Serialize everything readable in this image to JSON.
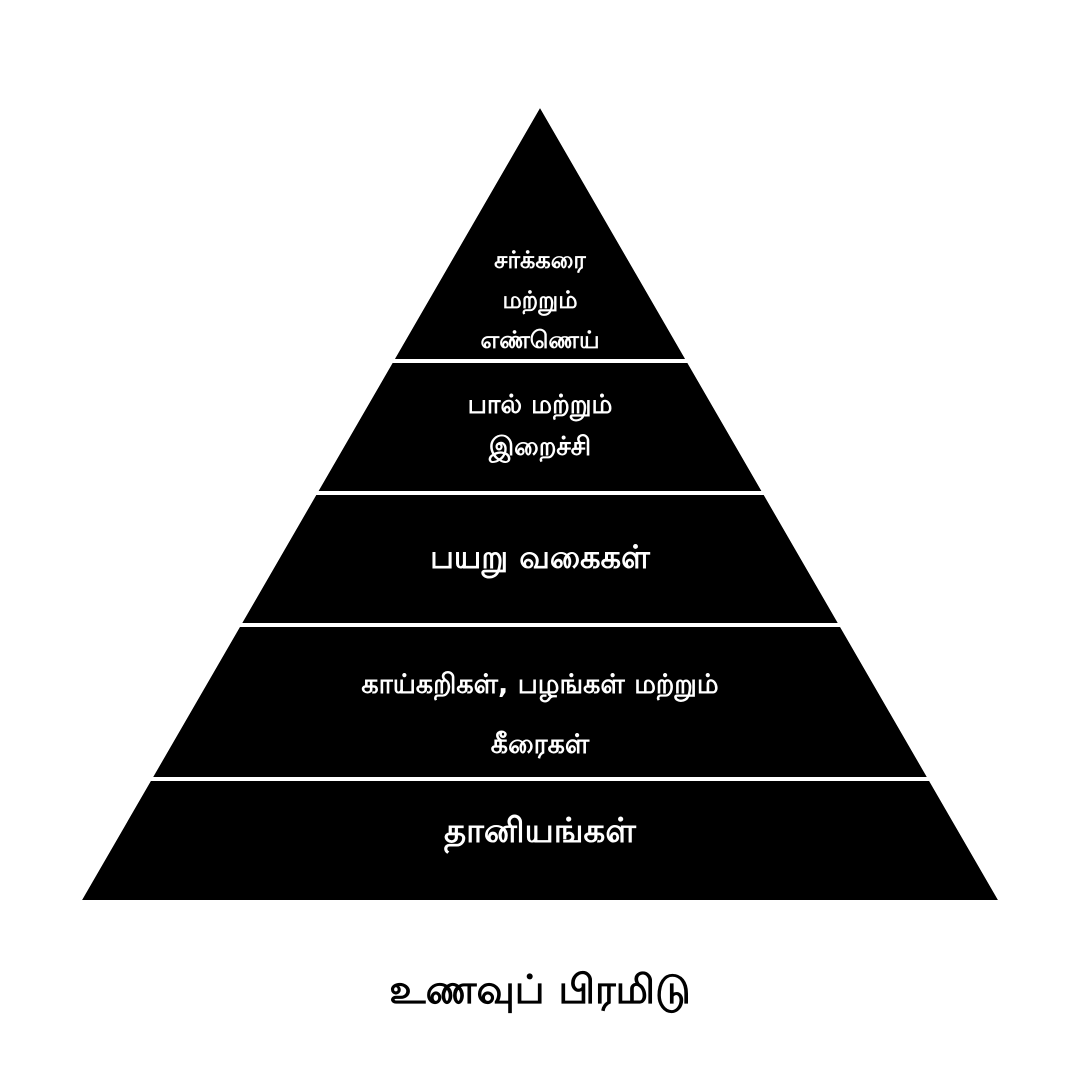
{
  "title": "உணவுப் பிரமிடு",
  "colors": {
    "background": "#ffffff",
    "pyramid_fill": "#000000",
    "separator": "#ffffff",
    "layer_text": "#ffffff",
    "title_text": "#000000"
  },
  "pyramid": {
    "layers": [
      {
        "level": 1,
        "position": "top",
        "label": "சர்க்கரை\nமற்றும்\nஎண்ணெய்"
      },
      {
        "level": 2,
        "position": "second",
        "label": "பால் மற்றும்\nஇறைச்சி"
      },
      {
        "level": 3,
        "position": "middle",
        "label": "பயறு வகைகள்"
      },
      {
        "level": 4,
        "position": "fourth",
        "label": "காய்கறிகள், பழங்கள் மற்றும்\nகீரைகள்"
      },
      {
        "level": 5,
        "position": "base",
        "label": "தானியங்கள்"
      }
    ]
  }
}
